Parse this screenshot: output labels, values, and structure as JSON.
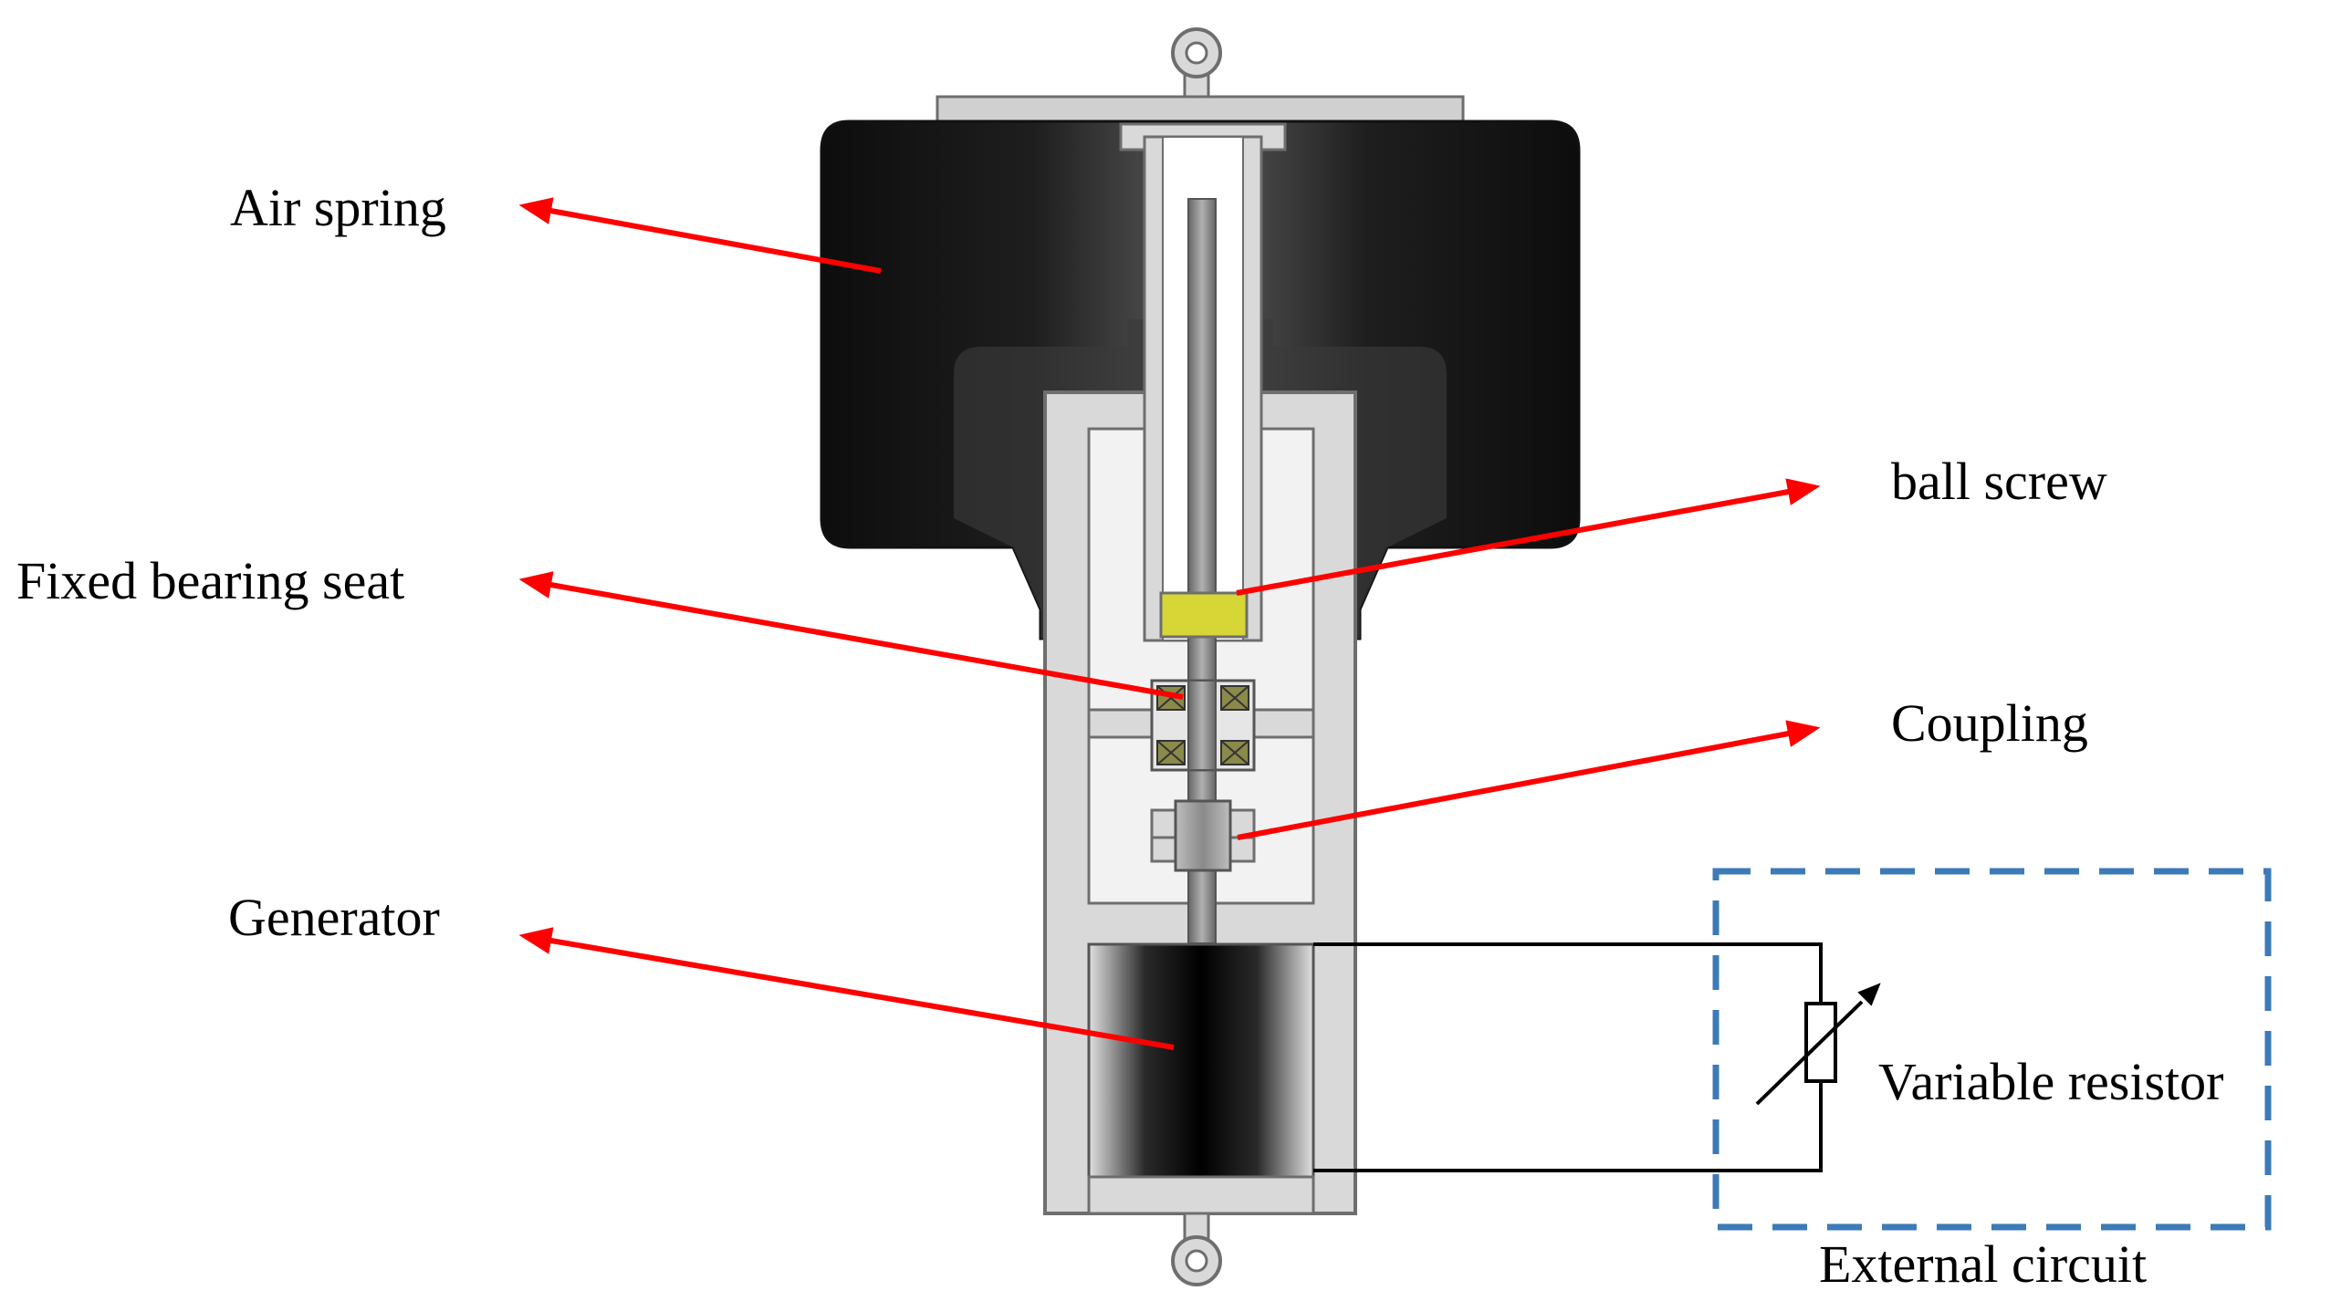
{
  "labels": {
    "air_spring": "Air spring",
    "ball_screw": "ball screw",
    "fixed_bearing_seat": "Fixed bearing seat",
    "coupling": "Coupling",
    "generator": "Generator",
    "variable_resistor": "Variable resistor",
    "external_circuit": "External circuit"
  },
  "colors": {
    "arrow": "#ff0000",
    "air_spring_body": "#1a1a1a",
    "housing": "#d9d9d9",
    "nut": "#d6d636",
    "bearing": "#8a8a4a",
    "circuit_box": "#3d7ab8"
  }
}
